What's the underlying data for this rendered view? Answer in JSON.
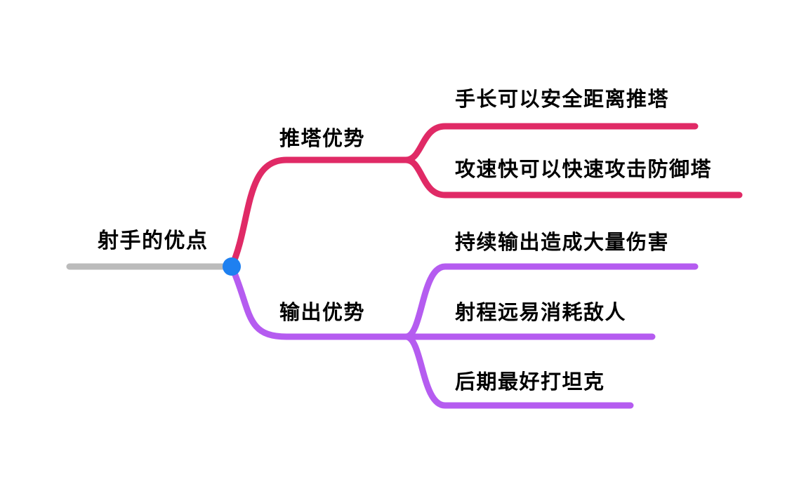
{
  "mindmap": {
    "root": {
      "label": "射手的优点"
    },
    "branches": [
      {
        "label": "推塔优势",
        "color": "#E02A66",
        "children": [
          {
            "label": "手长可以安全距离推塔"
          },
          {
            "label": "攻速快可以快速攻击防御塔"
          }
        ]
      },
      {
        "label": "输出优势",
        "color": "#B55CF0",
        "children": [
          {
            "label": "持续输出造成大量伤害"
          },
          {
            "label": "射程远易消耗敌人"
          },
          {
            "label": "后期最好打坦克"
          }
        ]
      }
    ],
    "colors": {
      "root_line": "#BBBBBB",
      "root_dot": "#1E80F0",
      "text": "#000000",
      "background": "#FFFFFF"
    }
  }
}
